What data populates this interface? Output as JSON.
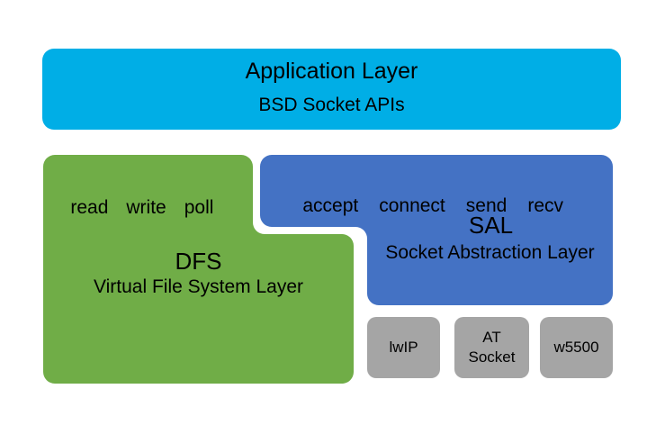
{
  "diagram": {
    "title_hidden": "RT-Thread network stack layering diagram",
    "colors": {
      "application": "#00AEE6",
      "dfs": "#70AD47",
      "sal": "#4472C4",
      "provider": "#A5A5A5",
      "background": "#FFFFFF",
      "text": "#000000"
    },
    "application_layer": {
      "title": "Application Layer",
      "subtitle": "BSD Socket APIs"
    },
    "dfs_layer": {
      "apis": [
        "read",
        "write",
        "poll"
      ],
      "abbr": "DFS",
      "name": "Virtual File System Layer"
    },
    "sal_layer": {
      "apis": [
        "accept",
        "connect",
        "send",
        "recv"
      ],
      "abbr": "SAL",
      "name": "Socket Abstraction Layer"
    },
    "providers": [
      {
        "label": "lwIP",
        "lines": [
          "lwIP"
        ]
      },
      {
        "label": "AT Socket",
        "lines": [
          "AT",
          "Socket"
        ]
      },
      {
        "label": "w5500",
        "lines": [
          "w5500"
        ]
      }
    ]
  }
}
